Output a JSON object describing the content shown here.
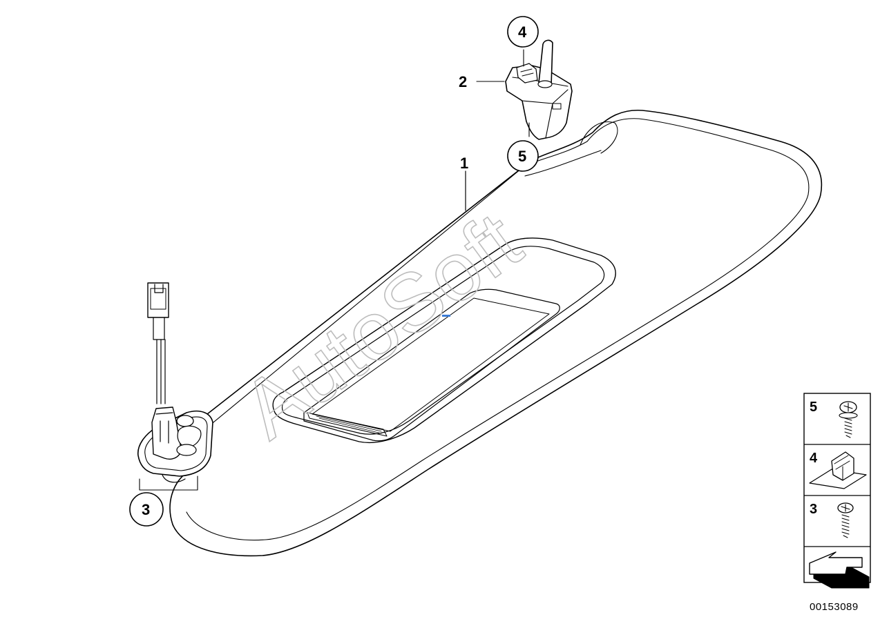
{
  "callouts": {
    "c1": "1",
    "c2": "2",
    "c3": "3",
    "c4": "4",
    "c5": "5"
  },
  "legend": [
    {
      "number": "5",
      "icon": "screw-with-washer-icon"
    },
    {
      "number": "4",
      "icon": "spring-clip-icon"
    },
    {
      "number": "3",
      "icon": "screw-icon"
    },
    {
      "number": "",
      "icon": "direction-arrow-icon"
    }
  ],
  "watermark": "AutoSoft",
  "reference_code": "00153089",
  "colors": {
    "line": "#000000",
    "background": "#ffffff",
    "watermark": "#bdbdbd",
    "accent_mark": "#3a7bd5"
  }
}
